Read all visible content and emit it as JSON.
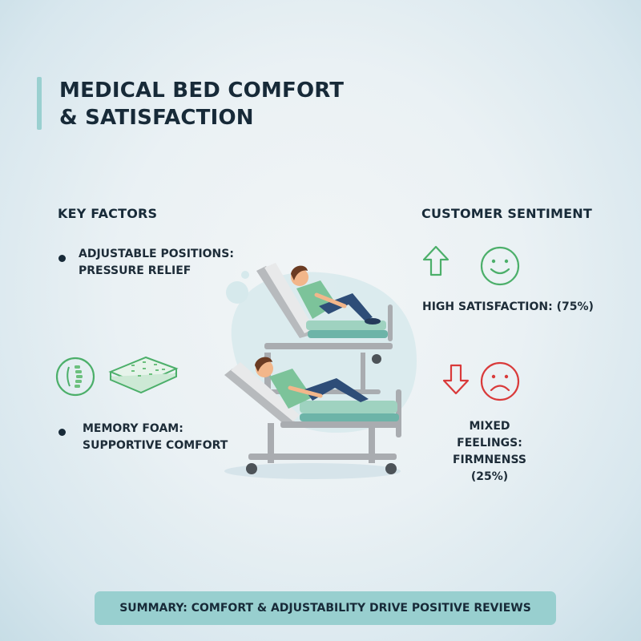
{
  "header": {
    "title_line1": "MEDICAL BED COMFORT",
    "title_line2": "& SATISFACTION"
  },
  "key_factors": {
    "heading": "KEY FACTORS",
    "items": [
      {
        "line1": "ADJUSTABLE POSITIONS:",
        "line2": "PRESSURE RELIEF"
      },
      {
        "line1": "MEMORY FOAM:",
        "line2": "SUPPORTIVE COMFORT"
      }
    ],
    "icons": [
      "spine-icon",
      "mattress-icon"
    ]
  },
  "sentiment": {
    "heading": "CUSTOMER SENTIMENT",
    "positive": {
      "label": "HIGH SATISFACTION: (75%)",
      "percent": 75,
      "color": "#4caf6a",
      "icons": [
        "arrow-up-icon",
        "smiley-face-icon"
      ]
    },
    "negative": {
      "line1": "MIXED FEELINGS:",
      "line2": "FIRMNENSS",
      "line3": "(25%)",
      "percent": 25,
      "color": "#d93a3a",
      "icons": [
        "arrow-down-icon",
        "sad-face-icon"
      ]
    }
  },
  "summary": {
    "text": "SUMMARY: COMFORT & ADJUSTABILITY DRIVE POSITIVE REVIEWS"
  },
  "colors": {
    "accent_teal": "#98cfcf",
    "text_dark": "#172a38",
    "positive_green": "#4caf6a",
    "negative_red": "#d93a3a"
  }
}
